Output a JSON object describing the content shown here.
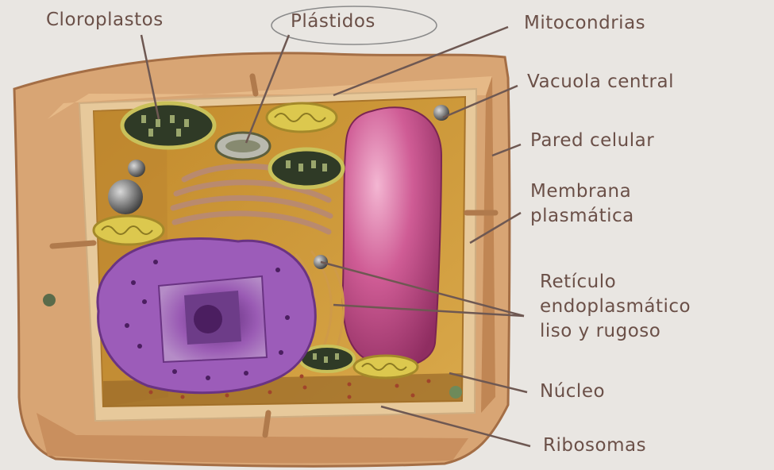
{
  "labels": {
    "cloroplastos": "Cloroplastos",
    "plastidos": "Plástidos",
    "mitocondrias": "Mitocondrias",
    "vacuola_central": "Vacuola central",
    "pared_celular": "Pared celular",
    "membrana_plasmatica": "Membrana\nplasmática",
    "reticulo_endoplasmatico": "Retículo\nendoplasmático\nliso y rugoso",
    "nucleo": "Núcleo",
    "ribosomas": "Ribosomas"
  },
  "colors": {
    "background": "#e9e6e2",
    "label_text": "#6b5048",
    "leader_line": "#6e5852",
    "cell_wall": "#d7a06b",
    "cytoplasm": "#c9932f",
    "vacuole": "#c95590",
    "nucleus": "#8b4fa6",
    "chloroplast": "#2f3a26",
    "mitochondrion": "#d9c24a"
  }
}
